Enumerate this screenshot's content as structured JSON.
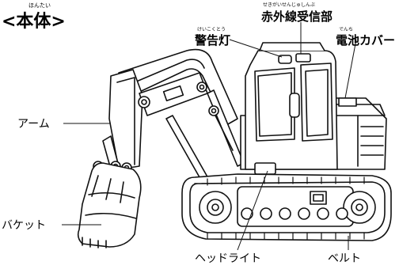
{
  "title": {
    "text": "<本体>",
    "ruby": "ほんたい"
  },
  "callouts": {
    "warning_light": {
      "text": "警告灯",
      "ruby": "けいこくとう"
    },
    "ir_receiver": {
      "text": "赤外線受信部",
      "ruby": "せきがいせんじゅしんぶ"
    },
    "battery_cover": {
      "text": "電池カバー",
      "ruby": "でんち"
    },
    "arm": {
      "text": "アーム"
    },
    "bucket": {
      "text": "バケット"
    },
    "headlight": {
      "text": "ヘッドライト"
    },
    "belt": {
      "text": "ベルト"
    }
  }
}
